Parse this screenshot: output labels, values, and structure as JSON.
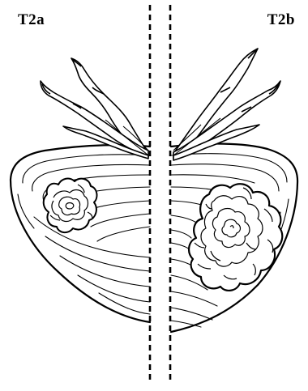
{
  "figure": {
    "left_label": "T2a",
    "right_label": "T2b"
  },
  "colors": {
    "ink": "#000000",
    "paper": "#ffffff"
  },
  "icons": {
    "organ": "prostate-illustration",
    "structure": "seminal-vesicle",
    "lesion": "tumor-nodule",
    "divider": "dashed-divider-line"
  }
}
